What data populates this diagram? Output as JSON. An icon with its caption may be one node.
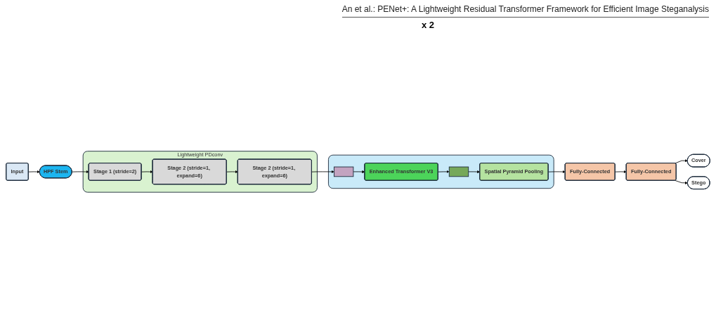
{
  "diagram": {
    "nodes": [
      {
        "text": [
          "Input"
        ]
      },
      {
        "text": [
          "HPF Stem"
        ]
      },
      {
        "text": [
          "Lightweight PDconv"
        ]
      },
      {
        "text": [
          "Stage 1 (stride=2)"
        ],
        "in": 2
      },
      {
        "text": [
          "Stage 2 (stride=1, expand=6)"
        ],
        "in": 2
      },
      {
        "text": [
          "Stage 2 (stride=1, expand=6)"
        ],
        "in": 2
      },
      {
        "text": [],
        "shape": "box"
      },
      {
        "text": [],
        "shape": "box",
        "in": 6
      },
      {
        "text": [
          "Enhanced Transformer V3"
        ],
        "in": 6
      },
      {
        "text": [],
        "shape": "box",
        "in": 6
      },
      {
        "text": [
          "Spatial Pyramid Pooling"
        ],
        "in": 6
      },
      {
        "text": [
          "Fully-Connected"
        ]
      },
      {
        "text": [
          "Fully-Connected"
        ]
      },
      {
        "text": [
          "Cover"
        ]
      },
      {
        "text": [
          "Stego"
        ]
      }
    ],
    "edges": [
      {
        "from": 0,
        "to": 1,
        "arrow": "to"
      },
      {
        "from": 1,
        "to": 3,
        "arrow": "to"
      },
      {
        "from": 3,
        "to": 4,
        "arrow": "to"
      },
      {
        "from": 4,
        "to": 5,
        "arrow": "to"
      },
      {
        "from": 5,
        "to": 7,
        "arrow": "to"
      },
      {
        "from": 7,
        "to": 8,
        "arrow": "to"
      },
      {
        "from": 8,
        "to": 9,
        "arrow": "to"
      },
      {
        "from": 9,
        "to": 10,
        "arrow": "to"
      },
      {
        "from": 10,
        "to": 12,
        "arrow": "to"
      },
      {
        "from": 12,
        "to": 11,
        "arrow": "to"
      },
      {
        "from": 11,
        "to": 13,
        "arrow": "to"
      },
      {
        "from": 11,
        "to": 14,
        "arrow": "to"
      }
    ],
    "labels": [
      "An et al.: PENet+: A Lightweight Residual Transformer Framework for Efficient Image Steganalysis",
      "x 2"
    ]
  }
}
